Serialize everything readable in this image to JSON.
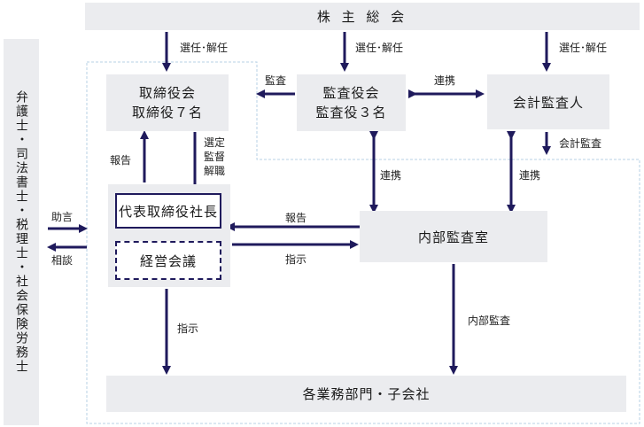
{
  "boxes": {
    "shareholders": "株 主 総 会",
    "board": [
      "取締役会",
      "取締役７名"
    ],
    "auditors": [
      "監査役会",
      "監査役３名"
    ],
    "accounting_auditor": "会計監査人",
    "ceo": "代表取締役社長",
    "management_meeting": "経営会議",
    "internal_audit": "内部監査室",
    "departments": "各業務部門・子会社",
    "advisors": "弁護士・司法書士・税理士・社会保険労務士"
  },
  "labels": {
    "elect1": "選任･解任",
    "elect2": "選任･解任",
    "elect3": "選任･解任",
    "audit": "監査",
    "cooperate1": "連携",
    "report1": "報告",
    "appoint": [
      "選定",
      "監督",
      "解職"
    ],
    "accounting_audit": "会計監査",
    "cooperate2": "連携",
    "cooperate3": "連携",
    "advice": "助言",
    "consult": "相談",
    "report2": "報告",
    "instruct1": "指示",
    "instruct2": "指示",
    "internal_audit_label": "内部監査"
  },
  "colors": {
    "arrow": "#1f1a5c",
    "box": "#ebecef",
    "dashed": "#b7d2e6"
  }
}
